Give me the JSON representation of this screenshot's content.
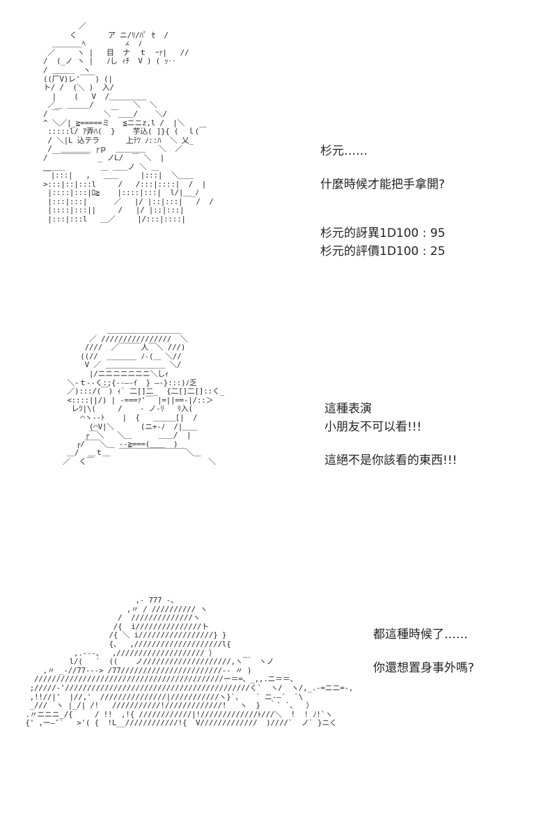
{
  "panels": [
    {
      "art": "        ／\n      く       ア ニ/ﾘ/ﾊﾟ ｾ  /\n  ＿＿＿＿ﾍ         ∠  ﾉ\n ／     ヽ |   目  ナ  ｔ  ｰｧ|   //\n/  (_ノ ヽ |   ﾉし ｨﾁ  V ) ( ｯ‥\n/ ＿＿＿  ヽ\n((厂V)レ'￣￣) (|\nト/ /  (＼ )  入/\n  |    (   V  /＿＿＿＿＿\n ／＿ ＿＿＿/         ＼  ＼\n/ ￣          ＼￣＿＿/    ＼/\n^ ＼／|_≧=====ミ   ≦ニニz,l /  |＼\n :::::l/ ｱ弄ﾊ(  }    芋込( ]}{ (  ｌ(￣\n / ＼|L 込テラ      上ﾃﾂ ﾉ::ﾊ  ＼ 乂_\n /  ＿＿＿＿ ┌ｐ  ＿＿＿＿   ＼  ／\n/ ￣￣￣￣￣  _ ノL/  ￣ ＼  |\n＿＿＿        ＿ ＿＿ノ ＼ ＿\n￣|:::|   ,   ＿＿     |:::|  ＼＿＿\n>:::|::|:::l     /   /:::|::::|  /  |\n |::::|:::|ﾛ≧    |::::|:::|  l/|＿_ﾉ\n |:::|:::|      ／   |/ |::|:::|   /  /\n |::::|:::||     /   |/ |::|:::|\n |:::|:::l   ＿／     |/:::|::::|",
      "dialog": [
        [
          "杉元……"
        ],
        [
          "什麼時候才能把手拿開?"
        ],
        [
          "杉元的訝異1D100 : 95",
          "杉元的評價1D100 : 25"
        ]
      ]
    },
    {
      "art": "          ＿＿＿＿＿＿＿＿＿＿\n      ／ ////////////////  ＼\n     ////  ／￣￣￣人￣＼ ///)\n    ((//  ＿＿＿＿ ﾉ-(＿ ＼//\n     V ／ ＿＿＿＿＿＿＿＿ ＼/\n      |/ニニニニニニニ＼しｨ\n ＼-ｔ--く:;{--―-ｲ  } ―-}:::)ﾉ乏\n ／):::/(￣) ｨ` 二[]二_  {二[]二[]::く_\n <::::||/) | -===ｧ'￣ |=||==-|/::＞\n  レﾂ|\\(     /    - ノ-ﾘ   ﾘ入(\n    ⌒ヽ--ﾄ    |  {   ＿＿＿[|  /\n      (⌒V|＼      (ニ+-ﾉ  /|＿＿\n     ┌￣＼   ＼＿      ＿＿/  |\n   ┌/￣￣＼＿ ‐‐≧===(＿＿  )\n ＿/  ＿ｔ＿  ￣￣￣￣￣￣￣￣￣＼＿\n／  く￣                          ＼",
      "dialog": [
        [
          "這種表演",
          "小朋友不可以看!!!"
        ],
        [
          "這絕不是你該看的東西!!!"
        ]
      ]
    },
    {
      "art": "                          ,- 777 -、\n                        ,〃 / ////////// ヽ\n                      /  //////////////ヽ\n                     /{  i///////////////ト\n                    /{ ＼ i/////////////////} }\n                    {、  ,////////////////////l{\n            ,.---、  ,//////////////////// ）\n           l/(   `  ((    ノ////////////////////,ヽ￣  ヽノ\n     ,〃 _-//77---> /77///////////////////////-- 〃 )\n   ///////////////////////////////////////////ー＝=、_,,.ニ＝＝、\n  ;/////-'//////////////////////////////////////////く`  ヽ/  ヽ/,_.-=ニニ=-,\n  ,!!//|'  |//,'  ///////////////|///////////ヽ}`、   ` ニ-―´  `\\\n  _///  ヽ |_/| /!   ///////////!/////////////!   ヽ  }  ｀` `、  ）\n .〃ニニニ_/{     / !!  ,!{ ////////////|!/////////////ﾄ///＼  !  ! ﾉ!`ヽ\n {' ,ー―″`   >'( {  !L__////////////!{  V/////////////  )////`  ノ` }ニく",
      "dialog": [
        [
          "都這種時候了……"
        ],
        [
          "你還想置身事外嗎?"
        ]
      ]
    }
  ]
}
